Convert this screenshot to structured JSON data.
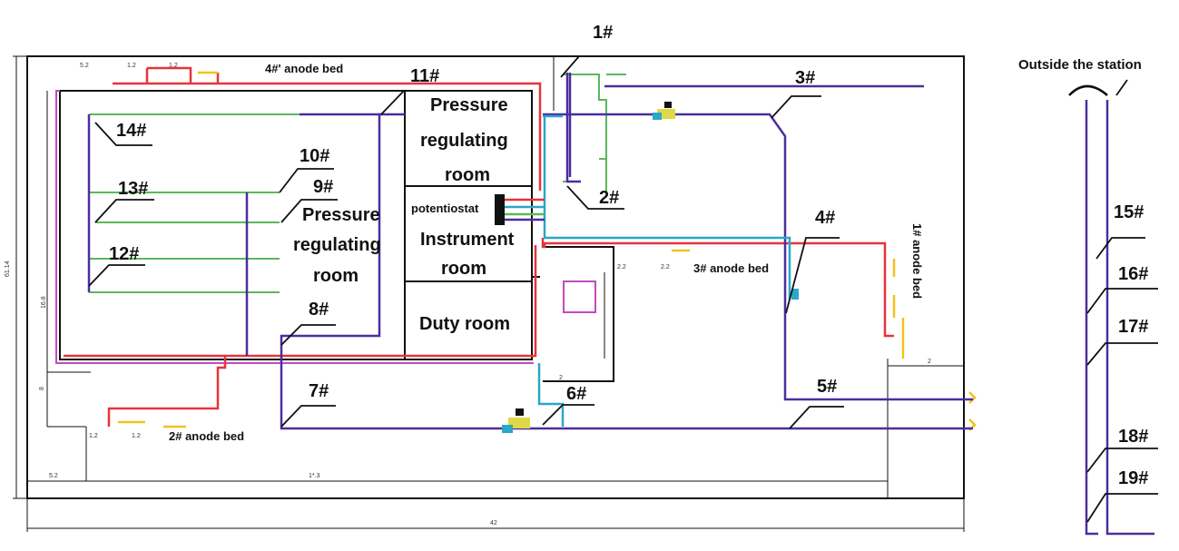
{
  "labels": {
    "n1": "1#",
    "n2": "2#",
    "n3": "3#",
    "n4": "4#",
    "n5": "5#",
    "n6": "6#",
    "n7": "7#",
    "n8": "8#",
    "n9": "9#",
    "n10": "10#",
    "n11": "11#",
    "n12": "12#",
    "n13": "13#",
    "n14": "14#",
    "n15": "15#",
    "n16": "16#",
    "n17": "17#",
    "n18": "18#",
    "n19": "19#"
  },
  "rooms": {
    "pressure_right_1": "Pressure",
    "pressure_right_2": "regulating",
    "pressure_right_3": "room",
    "pressure_left_1": "Pressure",
    "pressure_left_2": "regulating",
    "pressure_left_3": "room",
    "potentiostat": "potentiostat",
    "instrument_1": "Instrument",
    "instrument_2": "room",
    "duty": "Duty room"
  },
  "anode_beds": {
    "top": "4#' anode bed",
    "middle": "3# anode bed",
    "bottom": "2# anode bed",
    "right": "1# anode bed"
  },
  "outside": "Outside the station",
  "colors": {
    "purple": "#4b2e9e",
    "green": "#5cb85c",
    "red": "#e8333a",
    "yellow": "#f2c21a",
    "cyan": "#2aa7c9",
    "magenta": "#c04bbf",
    "black": "#111111"
  }
}
